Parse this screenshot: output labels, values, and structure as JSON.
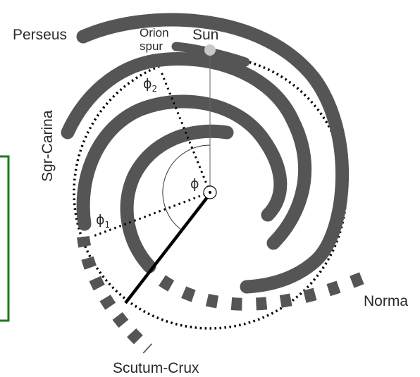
{
  "arms": {
    "perseus": "Perseus",
    "sgr_carina": "Sgr-Carina",
    "scutum_crux": "Scutum-Crux",
    "norma": "Norma",
    "orion_spur_line1": "Orion",
    "orion_spur_line2": "spur"
  },
  "markers": {
    "sun": "Sun",
    "phi": "ϕ",
    "phi1_base": "ϕ",
    "phi1_sub": "1",
    "phi2_base": "ϕ",
    "phi2_sub": "2"
  },
  "colors": {
    "arm": "#555555",
    "bar": "#000000",
    "sun": "#c8c8c8",
    "frame": "#1a7a1a",
    "text": "#2a2a2a"
  }
}
